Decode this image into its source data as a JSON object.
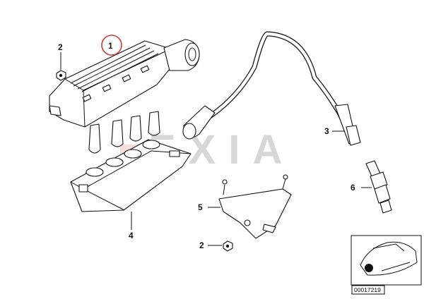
{
  "callouts": [
    {
      "id": "1",
      "label": "1",
      "highlighted": true
    },
    {
      "id": "2a",
      "label": "2"
    },
    {
      "id": "2b",
      "label": "2"
    },
    {
      "id": "3",
      "label": "3"
    },
    {
      "id": "4",
      "label": "4"
    },
    {
      "id": "5",
      "label": "5"
    },
    {
      "id": "6",
      "label": "6"
    }
  ],
  "watermark": "EXIA",
  "reference_number": "00017219",
  "colors": {
    "highlight_circle": "#d23a3a",
    "line": "#111111",
    "watermark": "#b8b8b8",
    "watermark_accent": "#d33a3a"
  }
}
